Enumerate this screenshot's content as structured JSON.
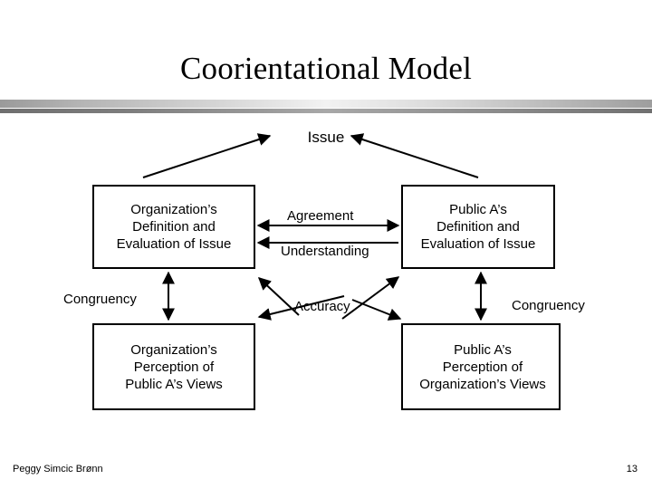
{
  "slide": {
    "title": "Coorientational Model",
    "page_number": "13",
    "author": "Peggy Simcic Brønn",
    "background_color": "#ffffff",
    "line_color": "#000000"
  },
  "diagram": {
    "issue_label": "Issue",
    "boxes": {
      "top_left": "Organization’s\nDefinition and\nEvaluation of Issue",
      "top_right": "Public A’s\nDefinition and\nEvaluation of Issue",
      "bottom_left": "Organization’s\nPerception of\nPublic A’s Views",
      "bottom_right": "Public A’s\nPerception of\nOrganization’s Views"
    },
    "relations": {
      "agreement": "Agreement",
      "understanding": "Understanding",
      "congruency_left": "Congruency",
      "congruency_right": "Congruency",
      "accuracy": "Accuracy"
    }
  }
}
